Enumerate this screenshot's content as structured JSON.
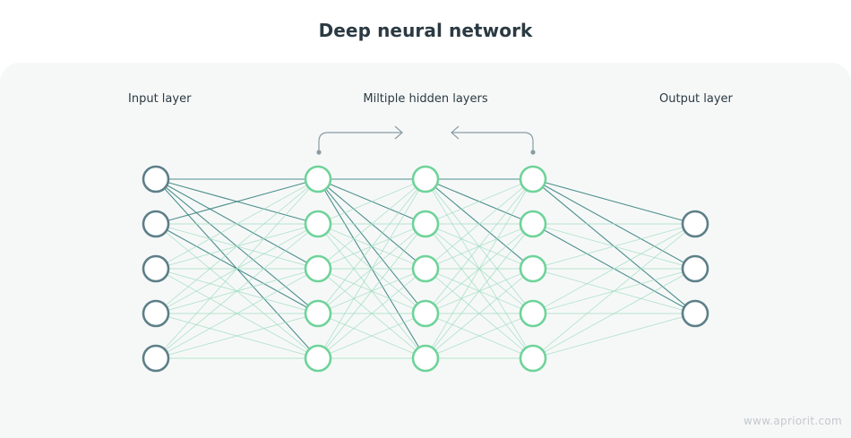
{
  "title": "Deep neural network",
  "labels": {
    "input": "Input layer",
    "hidden": "Miltiple hidden layers",
    "output": "Output layer"
  },
  "watermark": "www.apriorit.com",
  "layers": [
    {
      "name": "input",
      "nodes": 5,
      "kind": "input"
    },
    {
      "name": "hidden-1",
      "nodes": 5,
      "kind": "hidden"
    },
    {
      "name": "hidden-2",
      "nodes": 5,
      "kind": "hidden"
    },
    {
      "name": "hidden-3",
      "nodes": 5,
      "kind": "hidden"
    },
    {
      "name": "output",
      "nodes": 3,
      "kind": "output"
    }
  ],
  "colors": {
    "input_node": "#5d7f88",
    "hidden_node": "#6fd39a",
    "output_node": "#5d7f88",
    "edge_light": "#9fdcc0",
    "edge_dark": "#2f7d79",
    "bracket": "#8a9ca4",
    "panel": "#f6f8f8"
  }
}
